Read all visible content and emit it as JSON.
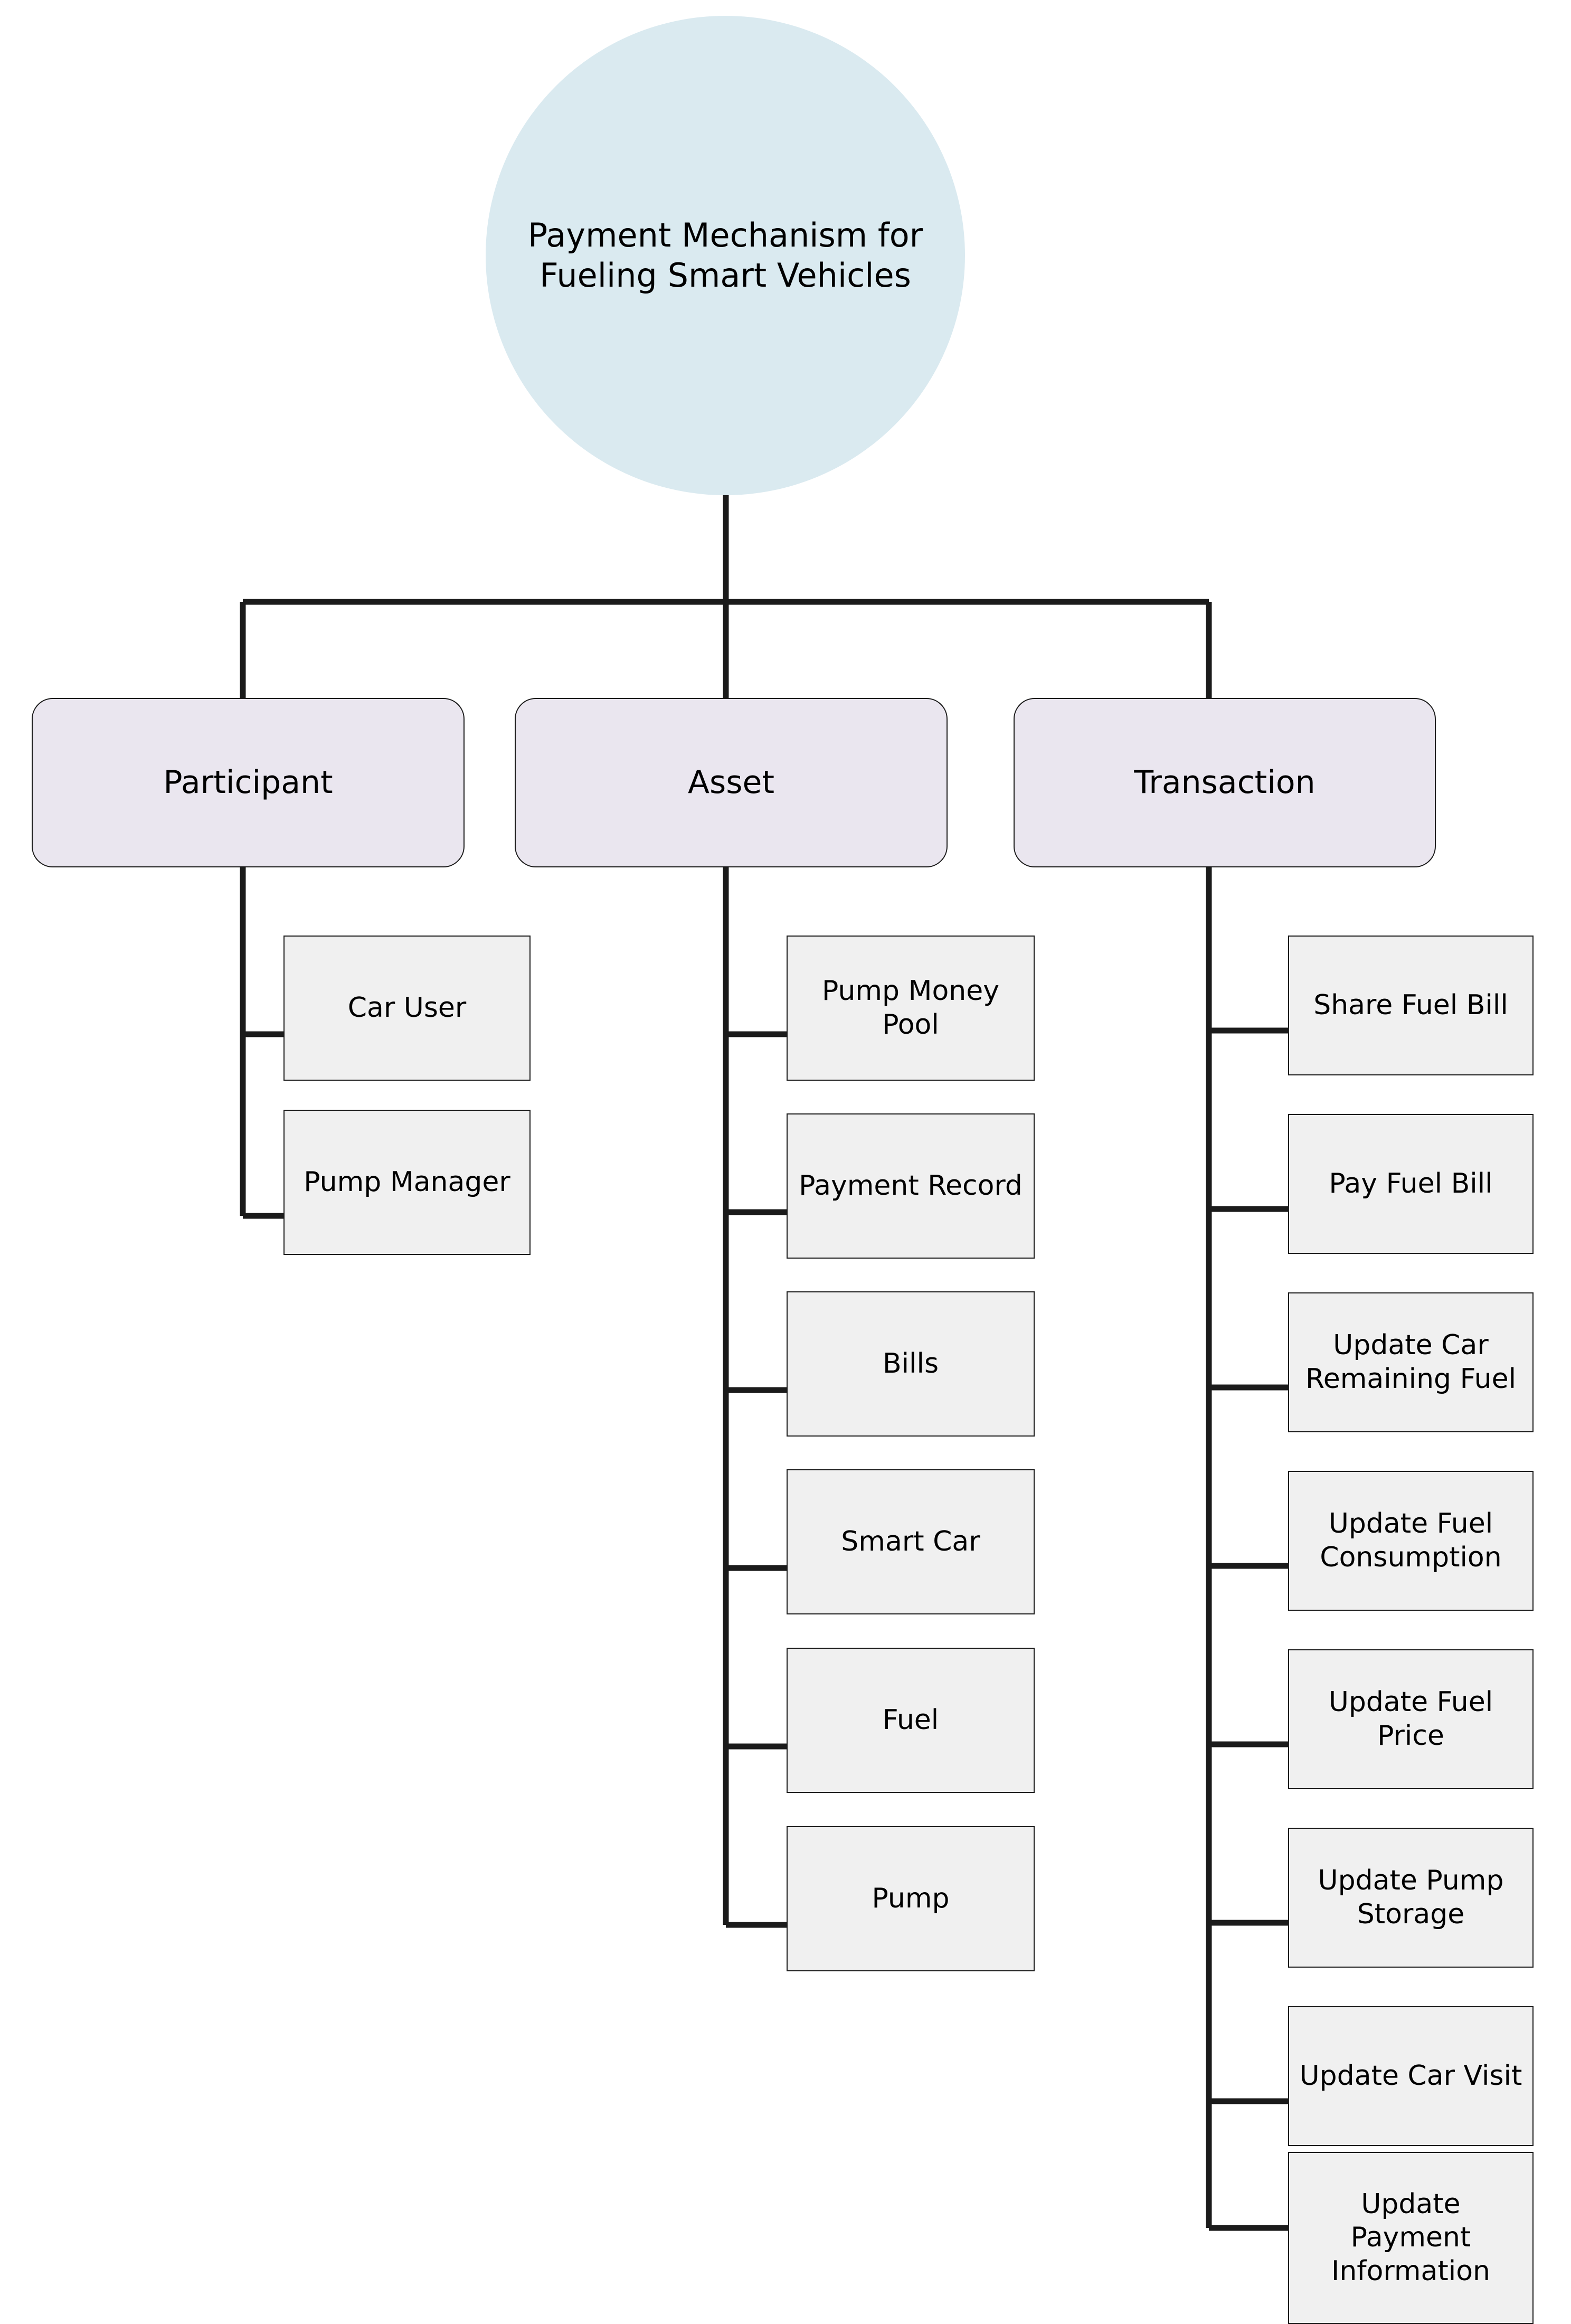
{
  "diagram": {
    "type": "hierarchy-tree",
    "title": "Payment Mechanism for Fueling Smart Vehicles",
    "colors": {
      "root_fill": "#daeaf0",
      "category_fill": "#eae6ef",
      "leaf_fill": "#f0f0f0",
      "line": "#1b1b1b",
      "text": "#000000",
      "background": "#ffffff"
    },
    "root": {
      "label": "Payment Mechanism for Fueling Smart Vehicles"
    },
    "categories": [
      {
        "label": "Participant"
      },
      {
        "label": "Asset"
      },
      {
        "label": "Transaction"
      }
    ],
    "participant_children": [
      {
        "label": "Car User"
      },
      {
        "label": "Pump Manager"
      }
    ],
    "asset_children": [
      {
        "label": "Pump Money Pool"
      },
      {
        "label": "Payment Record"
      },
      {
        "label": "Bills"
      },
      {
        "label": "Smart Car"
      },
      {
        "label": "Fuel"
      },
      {
        "label": "Pump"
      }
    ],
    "transaction_children": [
      {
        "label": "Share Fuel Bill"
      },
      {
        "label": "Pay Fuel Bill"
      },
      {
        "label": "Update Car Remaining Fuel"
      },
      {
        "label": "Update Fuel Consumption"
      },
      {
        "label": "Update Fuel Price"
      },
      {
        "label": "Update Pump Storage"
      },
      {
        "label": "Update Car Visit"
      },
      {
        "label": "Update Payment Information"
      }
    ]
  }
}
